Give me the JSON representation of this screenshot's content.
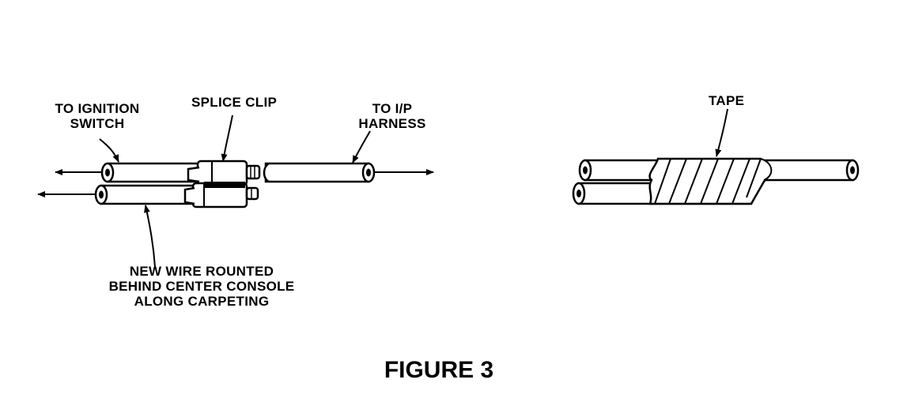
{
  "labels": {
    "to_ignition_line1": "TO IGNITION",
    "to_ignition_line2": "SWITCH",
    "splice_clip": "SPLICE CLIP",
    "to_ip_line1": "TO I/P",
    "to_ip_line2": "HARNESS",
    "new_wire_line1": "NEW WIRE ROUNTED",
    "new_wire_line2": "BEHIND CENTER CONSOLE",
    "new_wire_line3": "ALONG CARPETING",
    "tape": "TAPE"
  },
  "caption": "FIGURE 3",
  "colors": {
    "ink": "#000000",
    "paper": "#ffffff"
  }
}
